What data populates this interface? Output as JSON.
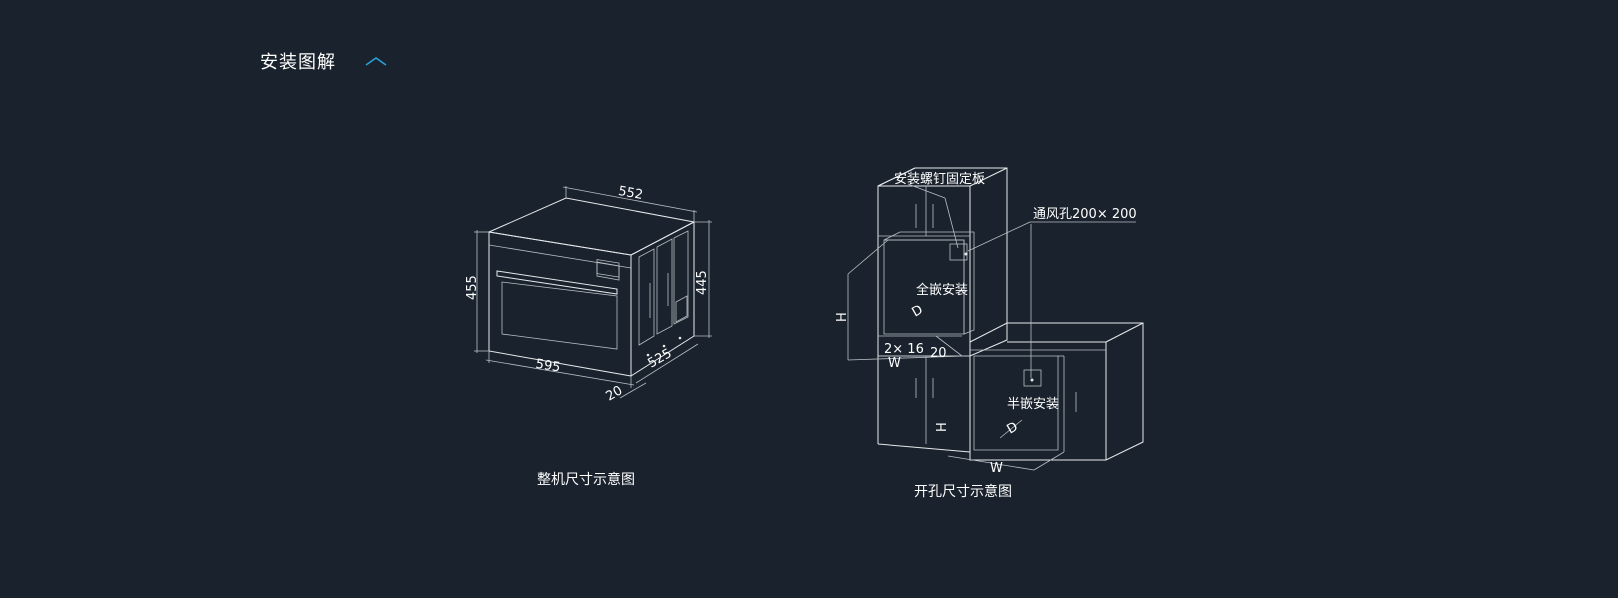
{
  "section": {
    "title": "安装图解",
    "toggle_icon": "chevron-up-icon",
    "accent_color": "#2a9fd8"
  },
  "oven_diagram": {
    "dims": {
      "width": "595",
      "depth": "552",
      "height": "455",
      "inner_height": "445",
      "body_depth": "525",
      "offset": "20"
    },
    "caption": "整机尺寸示意图"
  },
  "cutout_diagram": {
    "labels": {
      "mount_plate": "安装螺钉固定板",
      "vent_hole": "通风孔200× 200",
      "full_embed": "全嵌安装",
      "half_embed": "半嵌安装",
      "spacing": "2× 16",
      "gap": "20",
      "h_upper": "H",
      "d_upper": "D",
      "w_upper": "W",
      "h_lower": "H",
      "d_lower": "D",
      "w_lower": "W"
    },
    "caption": "开孔尺寸示意图"
  }
}
